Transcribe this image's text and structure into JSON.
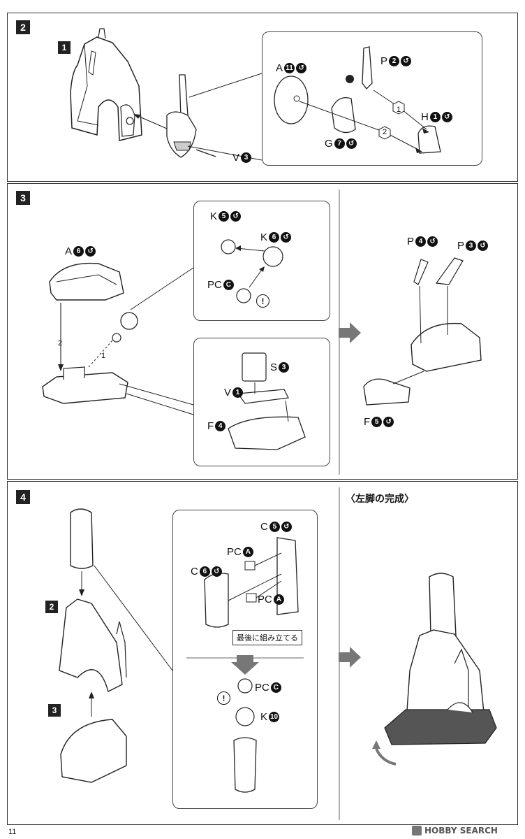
{
  "steps": {
    "step2": {
      "badge": "2"
    },
    "step3": {
      "badge": "3"
    },
    "step4": {
      "badge": "4"
    }
  },
  "step2": {
    "sub_badge": "1",
    "labels": {
      "a": {
        "letter": "A",
        "num": "11"
      },
      "p": {
        "letter": "P",
        "num": "2"
      },
      "h": {
        "letter": "H",
        "num": "1"
      },
      "g": {
        "letter": "G",
        "num": "7"
      },
      "v": {
        "letter": "V",
        "num": "3"
      }
    },
    "order": [
      "1",
      "2"
    ]
  },
  "step3": {
    "labels": {
      "a": {
        "letter": "A",
        "num": "6"
      },
      "k5": {
        "letter": "K",
        "num": "5"
      },
      "k6": {
        "letter": "K",
        "num": "6"
      },
      "pc": {
        "letter": "PC",
        "num": "C"
      },
      "s": {
        "letter": "S",
        "num": "3"
      },
      "v": {
        "letter": "V",
        "num": "1"
      },
      "f4": {
        "letter": "F",
        "num": "4"
      },
      "p4": {
        "letter": "P",
        "num": "4"
      },
      "p3": {
        "letter": "P",
        "num": "3"
      },
      "f5": {
        "letter": "F",
        "num": "5"
      }
    },
    "order": [
      "2",
      "1"
    ],
    "warn": "!"
  },
  "step4": {
    "labels": {
      "c5": {
        "letter": "C",
        "num": "5"
      },
      "c6": {
        "letter": "C",
        "num": "6"
      },
      "pca1": {
        "letter": "PC",
        "num": "A"
      },
      "pca2": {
        "letter": "PC",
        "num": "A"
      },
      "pcc": {
        "letter": "PC",
        "num": "C"
      },
      "k10": {
        "letter": "K",
        "num": "10"
      }
    },
    "sub_badges": [
      "2",
      "3"
    ],
    "note": "最後に組み立てる",
    "warn": "!",
    "completion_title": "〈左脚の完成〉"
  },
  "page_number": "11",
  "watermark": "HOBBY SEARCH"
}
